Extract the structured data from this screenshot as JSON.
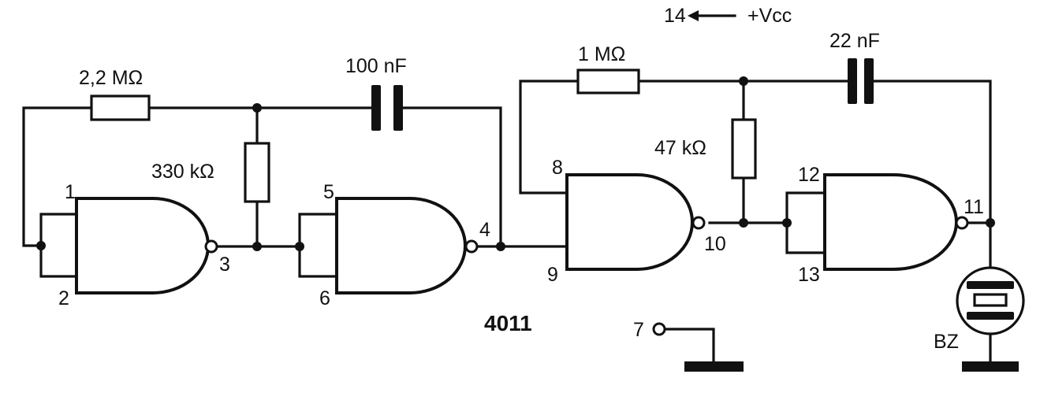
{
  "labels": {
    "r1": "2,2 MΩ",
    "r2": "330 kΩ",
    "c1": "100 nF",
    "r3": "1 MΩ",
    "r4": "47 kΩ",
    "c2": "22 nF",
    "vcc_pin": "14",
    "vcc_arrow": "←",
    "vcc": "+Vcc",
    "chip": "4011",
    "buzzer": "BZ"
  },
  "pins": {
    "p1": "1",
    "p2": "2",
    "p3": "3",
    "p4": "4",
    "p5": "5",
    "p6": "6",
    "p7": "7",
    "p8": "8",
    "p9": "9",
    "p10": "10",
    "p11": "11",
    "p12": "12",
    "p13": "13"
  }
}
